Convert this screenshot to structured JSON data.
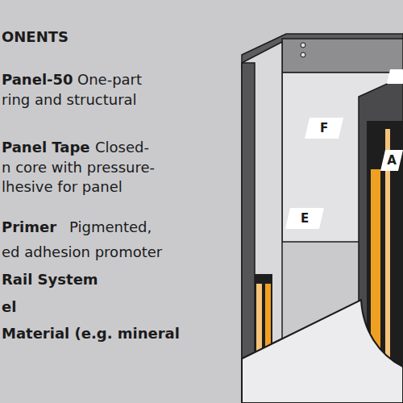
{
  "diagram": {
    "nodes": [
      {
        "text": [
          "F"
        ]
      },
      {
        "text": [
          "A"
        ]
      },
      {
        "text": [
          "E"
        ]
      }
    ],
    "labels": [
      "ONENTS",
      "Panel-50",
      "One-part",
      "ring and structural",
      "Panel Tape",
      "Closed-",
      "n core with pressure-",
      "lhesive for panel",
      "Primer",
      "Pigmented,",
      "ed adhesion promoter",
      "Rail System",
      "el",
      "Material (e.g. mineral"
    ]
  }
}
